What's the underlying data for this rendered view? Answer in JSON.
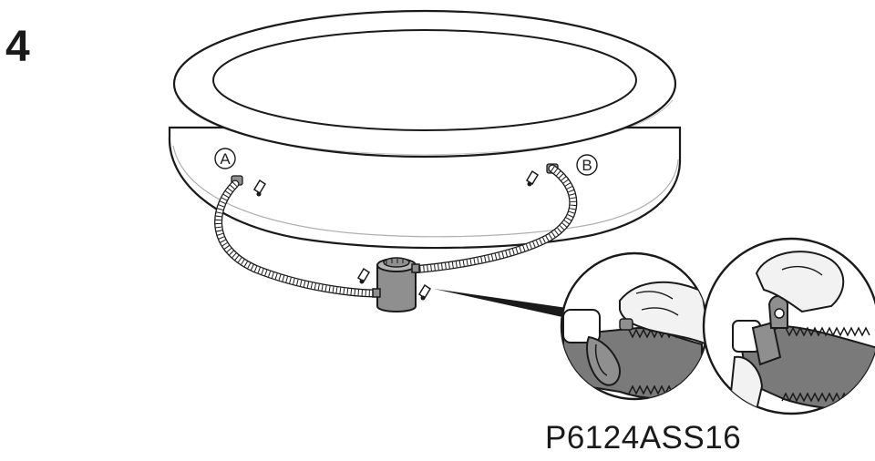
{
  "step": {
    "number": "4"
  },
  "callouts": {
    "a": "A",
    "b": "B"
  },
  "part": {
    "code": "P6124ASS16"
  },
  "colors": {
    "line": "#1a1a1a",
    "pump": "#8f8f8f",
    "hose_detail": "#7a7a7a",
    "skin": "#f2f2f2",
    "detail_bg": "#ffffff"
  }
}
